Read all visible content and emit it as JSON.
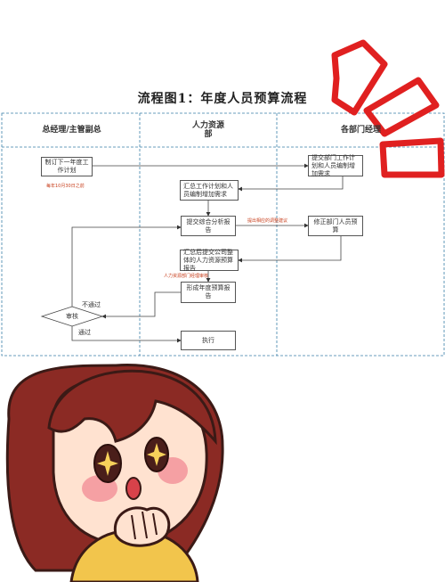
{
  "title": "流程图1：年度人员预算流程",
  "columns": [
    "总经理/主管副总",
    "人力资源\n部",
    "各部门经理"
  ],
  "nodes": {
    "plan": "制订下一年度工作计划",
    "dept_submit": "提交部门工作计划和人员编制增加需求",
    "summarize": "汇总工作计划和人员编制增加需求",
    "analysis_report": "提交综合分析报告",
    "revise": "修正部门人员预算",
    "overall_report": "汇总后提交公司整体的人力资源预算报告",
    "annual_budget": "形成年度预算报告",
    "review": "审核",
    "execute": "执行"
  },
  "notes": {
    "deadline": "每年10月30日之前",
    "adjust_suggestion": "提出相应的调整建议",
    "hr_director": "人力资源部门经理审核"
  },
  "edges": {
    "reject": "不通过",
    "approve": "通过"
  },
  "colors": {
    "swimlane_border": "#3a7fa8",
    "note_red": "#c8401e",
    "stroke_red": "#e02020",
    "girl_hair": "#8b2a24",
    "girl_skin": "#ffe2d0",
    "girl_shirt": "#f2c54c"
  }
}
